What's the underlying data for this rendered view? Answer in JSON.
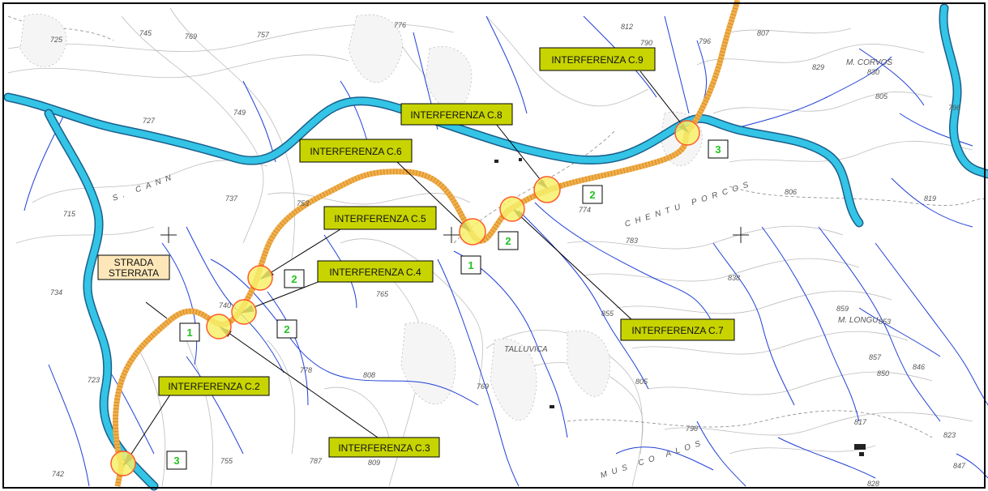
{
  "colors": {
    "river_fill": "#33c4e6",
    "river_edge": "#1b5f8a",
    "stream": "#1f3fd6",
    "road": "#f0b04a",
    "interference_fill": "#f7f06a",
    "interference_edge": "#ff5a2a",
    "callout_fill": "#c8d400",
    "number_text": "#22c21f",
    "strada_fill": "#fde7b8",
    "contour": "#b8b8b8"
  },
  "callouts": [
    {
      "id": "c2",
      "text": "INTERFERENZA C.2"
    },
    {
      "id": "c3",
      "text": "INTERFERENZA C.3"
    },
    {
      "id": "c4",
      "text": "INTERFERENZA C.4"
    },
    {
      "id": "c5",
      "text": "INTERFERENZA C.5"
    },
    {
      "id": "c6",
      "text": "INTERFERENZA C.6"
    },
    {
      "id": "c7",
      "text": "INTERFERENZA C.7"
    },
    {
      "id": "c8",
      "text": "INTERFERENZA C.8"
    },
    {
      "id": "c9",
      "text": "INTERFERENZA C.9"
    }
  ],
  "strada": {
    "line1": "STRADA",
    "line2": "STERRATA"
  },
  "number_boxes": [
    "3",
    "1",
    "2",
    "2",
    "1",
    "2",
    "2",
    "3"
  ],
  "contour_labels": [
    "725",
    "745",
    "769",
    "757",
    "776",
    "812",
    "790",
    "796",
    "807",
    "749",
    "727",
    "715",
    "734",
    "723",
    "742",
    "737",
    "753",
    "806",
    "819",
    "783",
    "838",
    "859",
    "853",
    "857",
    "850",
    "846",
    "829",
    "830",
    "805",
    "796",
    "817",
    "823",
    "847",
    "828",
    "798",
    "805",
    "809",
    "808",
    "769",
    "755",
    "787",
    "740",
    "778",
    "765",
    "855",
    "774"
  ],
  "place_labels": [
    "M. CORVOS",
    "CHENTU PORCOS",
    "M. LONGU",
    "TALLUVICA",
    "MUS CO ALOS",
    "S. CANN"
  ]
}
